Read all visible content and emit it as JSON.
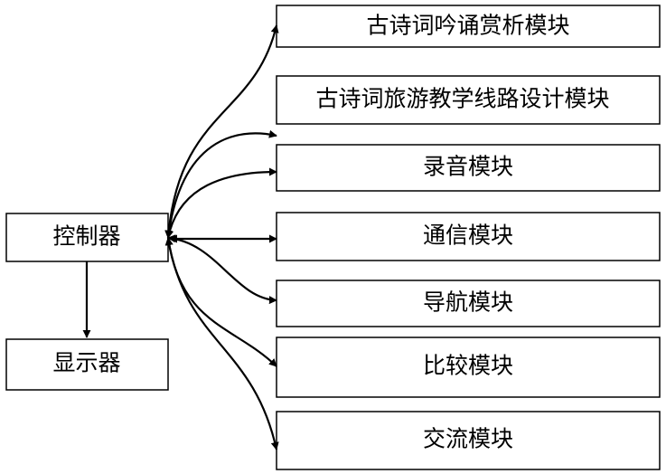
{
  "controller": {
    "label": "控制器"
  },
  "display": {
    "label": "显示器"
  },
  "modules": [
    {
      "id": "appreciation",
      "label": "古诗词吟诵赏析模块"
    },
    {
      "id": "travel",
      "label": "古诗词旅游教学线路设计模块"
    },
    {
      "id": "recording",
      "label": "录音模块"
    },
    {
      "id": "communication",
      "label": "通信模块"
    },
    {
      "id": "navigation",
      "label": "导航模块"
    },
    {
      "id": "comparison",
      "label": "比较模块"
    },
    {
      "id": "exchange",
      "label": "交流模块"
    }
  ]
}
